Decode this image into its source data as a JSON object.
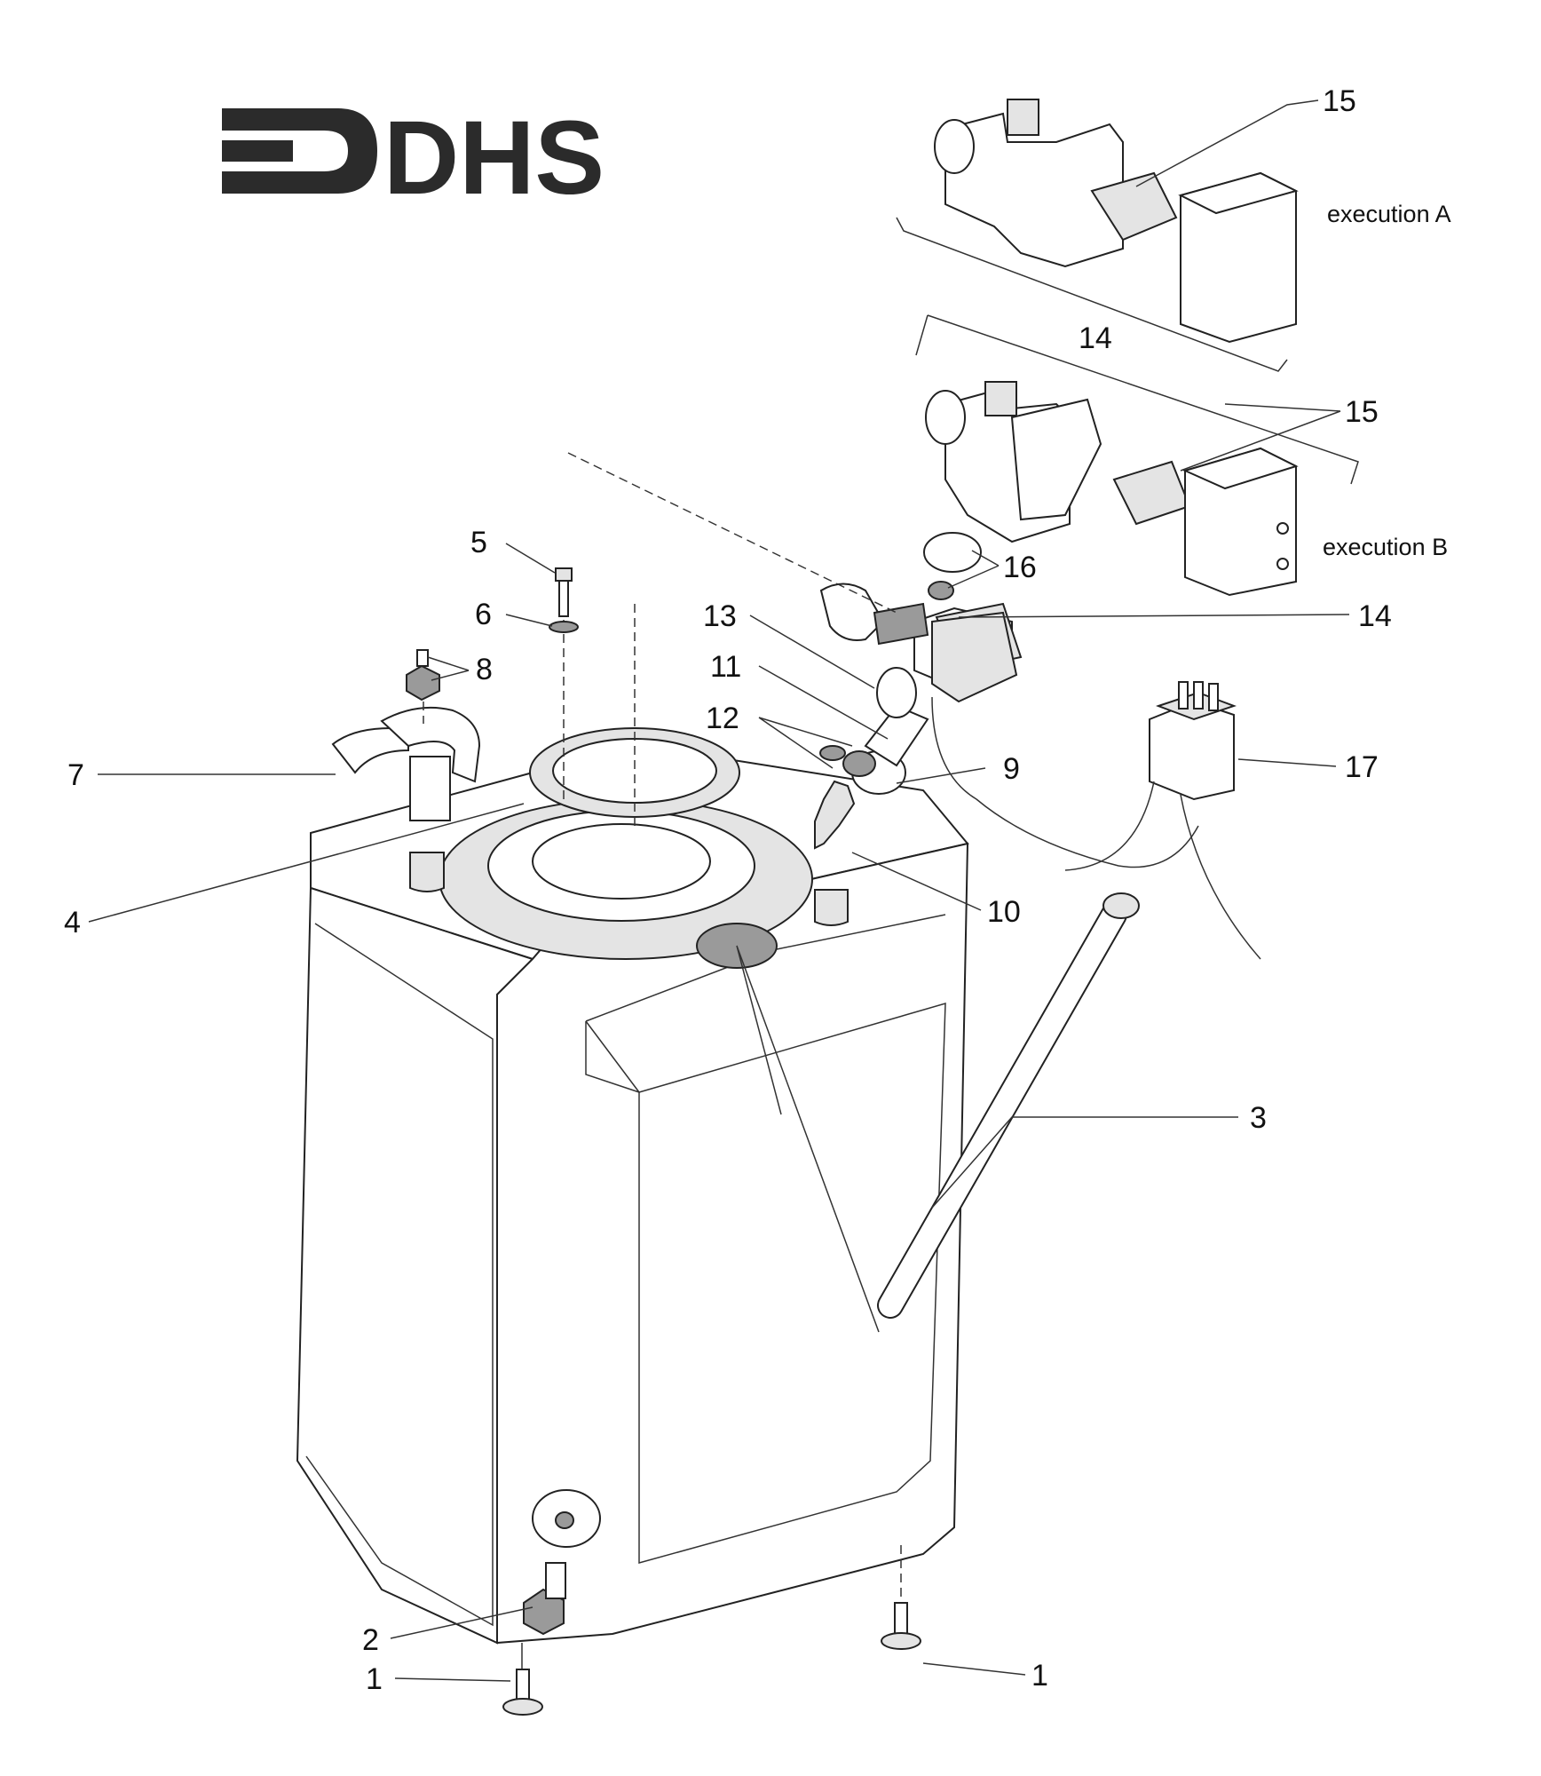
{
  "logo": {
    "text": "DHS"
  },
  "labels": {
    "exec_a": "execution A",
    "exec_b": "execution B"
  },
  "callouts": {
    "c1a": "1",
    "c1b": "1",
    "c2": "2",
    "c3": "3",
    "c4": "4",
    "c5": "5",
    "c6": "6",
    "c7": "7",
    "c8": "8",
    "c9": "9",
    "c10": "10",
    "c11": "11",
    "c12": "12",
    "c13": "13",
    "c14a": "14",
    "c14b": "14",
    "c15a": "15",
    "c15b": "15",
    "c16": "16",
    "c17": "17"
  }
}
